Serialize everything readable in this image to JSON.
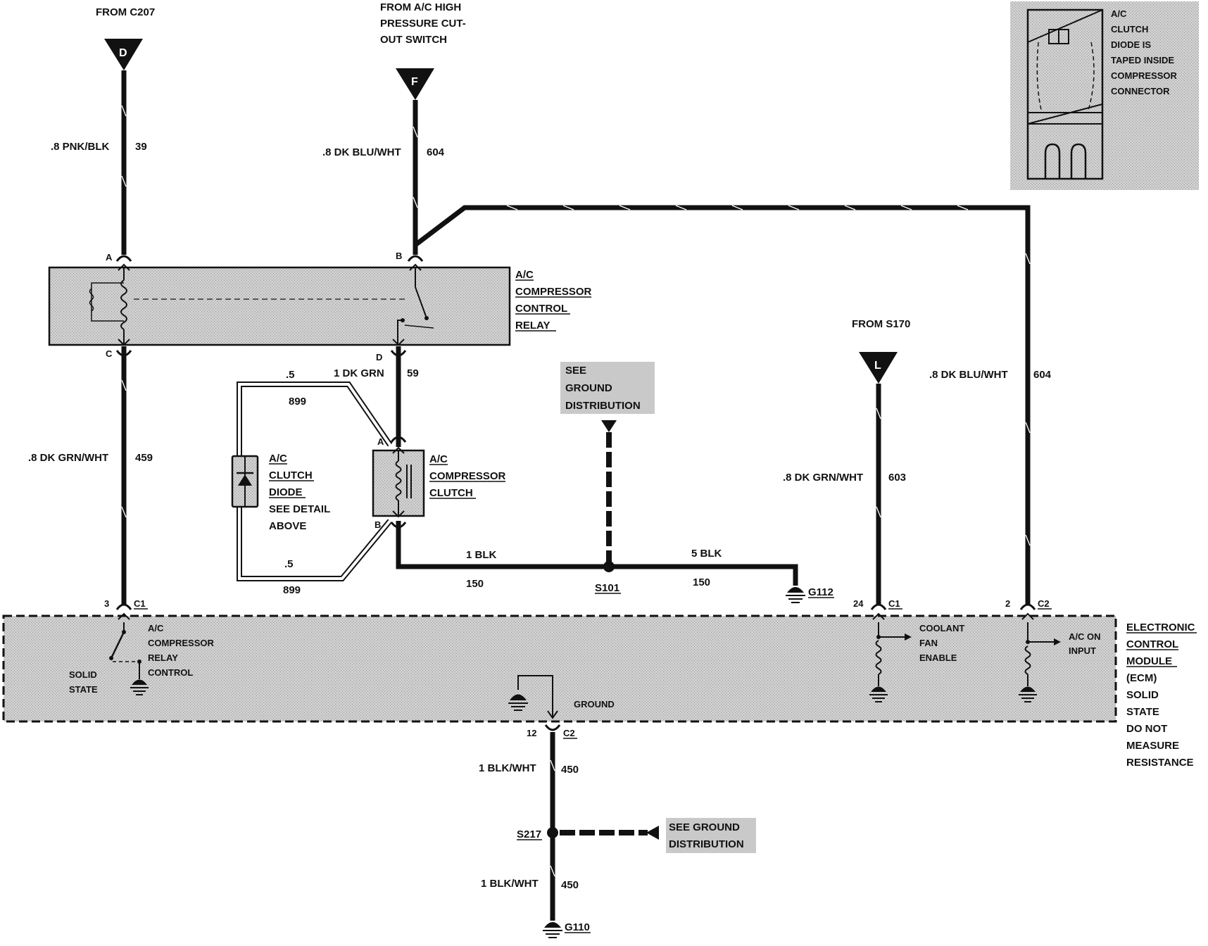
{
  "diagram": {
    "top_sources": {
      "from_c207": "FROM C207",
      "from_ac_high_1": "FROM A/C HIGH",
      "from_ac_high_2": "PRESSURE CUT-",
      "from_ac_high_3": "OUT SWITCH",
      "from_s170": "FROM S170"
    },
    "connector_letters": {
      "d": "D",
      "f": "F",
      "l": "L"
    },
    "wires": {
      "w39_color": ".8 PNK/BLK",
      "w39_num": "39",
      "w604_color": ".8 DK BLU/WHT",
      "w604_num": "604",
      "w604b_color": ".8 DK BLU/WHT",
      "w604b_num": "604",
      "w459_color": ".8 DK GRN/WHT",
      "w459_num": "459",
      "w59_color": "1 DK GRN",
      "w59_num": "59",
      "w603_color": ".8 DK GRN/WHT",
      "w603_num": "603",
      "w899_top_size": ".5",
      "w899_top_num": "899",
      "w899_bot_size": ".5",
      "w899_bot_num": "899",
      "w150_left_color": "1 BLK",
      "w150_left_num": "150",
      "w150_right_color": "5 BLK",
      "w150_right_num": "150",
      "w450_top_color": "1 BLK/WHT",
      "w450_top_num": "450",
      "w450_bot_color": "1 BLK/WHT",
      "w450_bot_num": "450"
    },
    "relay": {
      "pin_a": "A",
      "pin_b": "B",
      "pin_c": "C",
      "pin_d": "D",
      "label_1": "A/C",
      "label_2": "COMPRESSOR",
      "label_3": "CONTROL",
      "label_4": "RELAY"
    },
    "clutch": {
      "pin_a": "A",
      "pin_b": "B",
      "label_1": "A/C",
      "label_2": "COMPRESSOR",
      "label_3": "CLUTCH"
    },
    "diode": {
      "label_1": "A/C",
      "label_2": "CLUTCH",
      "label_3": "DIODE",
      "label_4": "SEE DETAIL",
      "label_5": "ABOVE"
    },
    "detail": {
      "line_1": "A/C",
      "line_2": "CLUTCH",
      "line_3": "DIODE IS",
      "line_4": "TAPED INSIDE",
      "line_5": "COMPRESSOR",
      "line_6": "CONNECTOR"
    },
    "ground_dist_1": {
      "line_1": "SEE",
      "line_2": "GROUND",
      "line_3": "DISTRIBUTION"
    },
    "ground_dist_2": {
      "line_1": "SEE GROUND",
      "line_2": "DISTRIBUTION"
    },
    "splices": {
      "s101": "S101",
      "s217": "S217"
    },
    "grounds": {
      "g112": "G112",
      "g110": "G110"
    },
    "ecm": {
      "pin_3": "3",
      "conn_c1a": "C1",
      "pin_24": "24",
      "conn_c1b": "C1",
      "pin_2": "2",
      "conn_c2a": "C2",
      "pin_12": "12",
      "conn_c2b": "C2",
      "relay_ctrl_1": "A/C",
      "relay_ctrl_2": "COMPRESSOR",
      "relay_ctrl_3": "RELAY",
      "relay_ctrl_4": "CONTROL",
      "solid_1": "SOLID",
      "solid_2": "STATE",
      "ground_label": "GROUND",
      "coolant_1": "COOLANT",
      "coolant_2": "FAN",
      "coolant_3": "ENABLE",
      "acon_1": "A/C ON",
      "acon_2": "INPUT",
      "title_1": "ELECTRONIC",
      "title_2": "CONTROL",
      "title_3": "MODULE",
      "title_4": "(ECM)",
      "title_5": "SOLID",
      "title_6": "STATE",
      "title_7": "DO NOT",
      "title_8": "MEASURE",
      "title_9": "RESISTANCE"
    }
  }
}
